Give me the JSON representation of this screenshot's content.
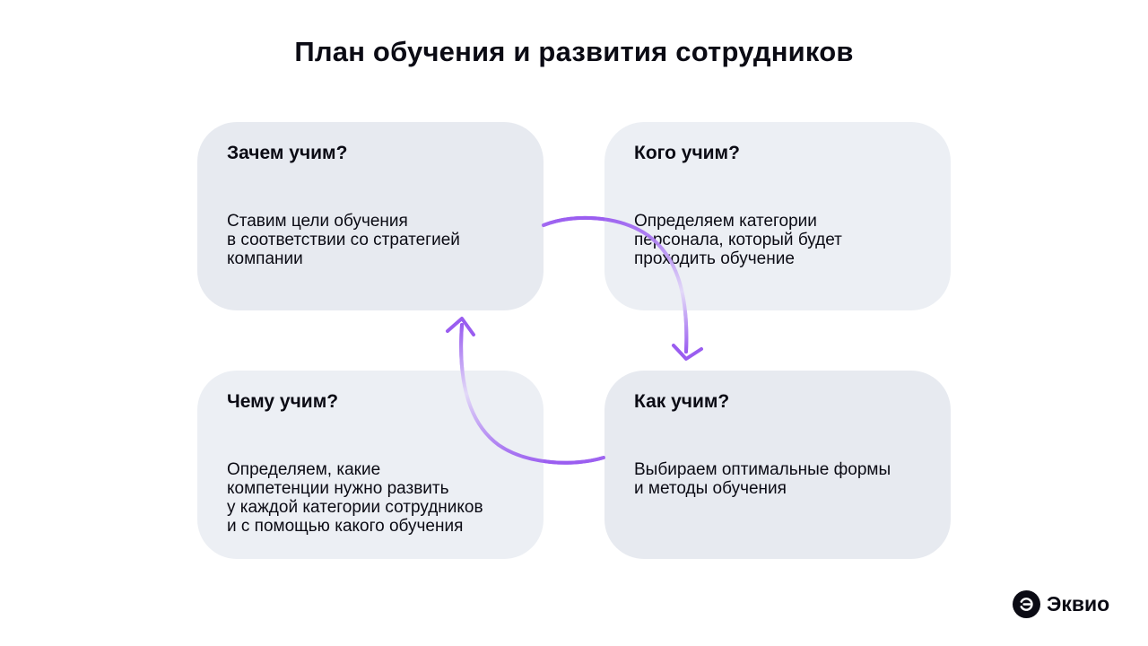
{
  "title": "План обучения и развития сотрудников",
  "colors": {
    "accent": "#9a5df0",
    "accent_light": "#e2d8f8",
    "card_bg": "#e9ecf1",
    "text": "#0b0b14"
  },
  "cards": [
    {
      "heading": "Зачем учим?",
      "text": "Ставим цели обучения\nв соответствии со стратегией\nкомпании"
    },
    {
      "heading": "Кого учим?",
      "text": "Определяем категории\nперсонала, который будет\nпроходить обучение"
    },
    {
      "heading": "Чему учим?",
      "text": "Определяем, какие\nкомпетенции нужно развить\nу каждой категории сотрудников\nи с помощью какого обучения"
    },
    {
      "heading": "Как учим?",
      "text": "Выбираем оптимальные формы\nи методы обучения"
    }
  ],
  "logo": {
    "icon": "ekvio-logo-icon",
    "text": "Эквио"
  }
}
